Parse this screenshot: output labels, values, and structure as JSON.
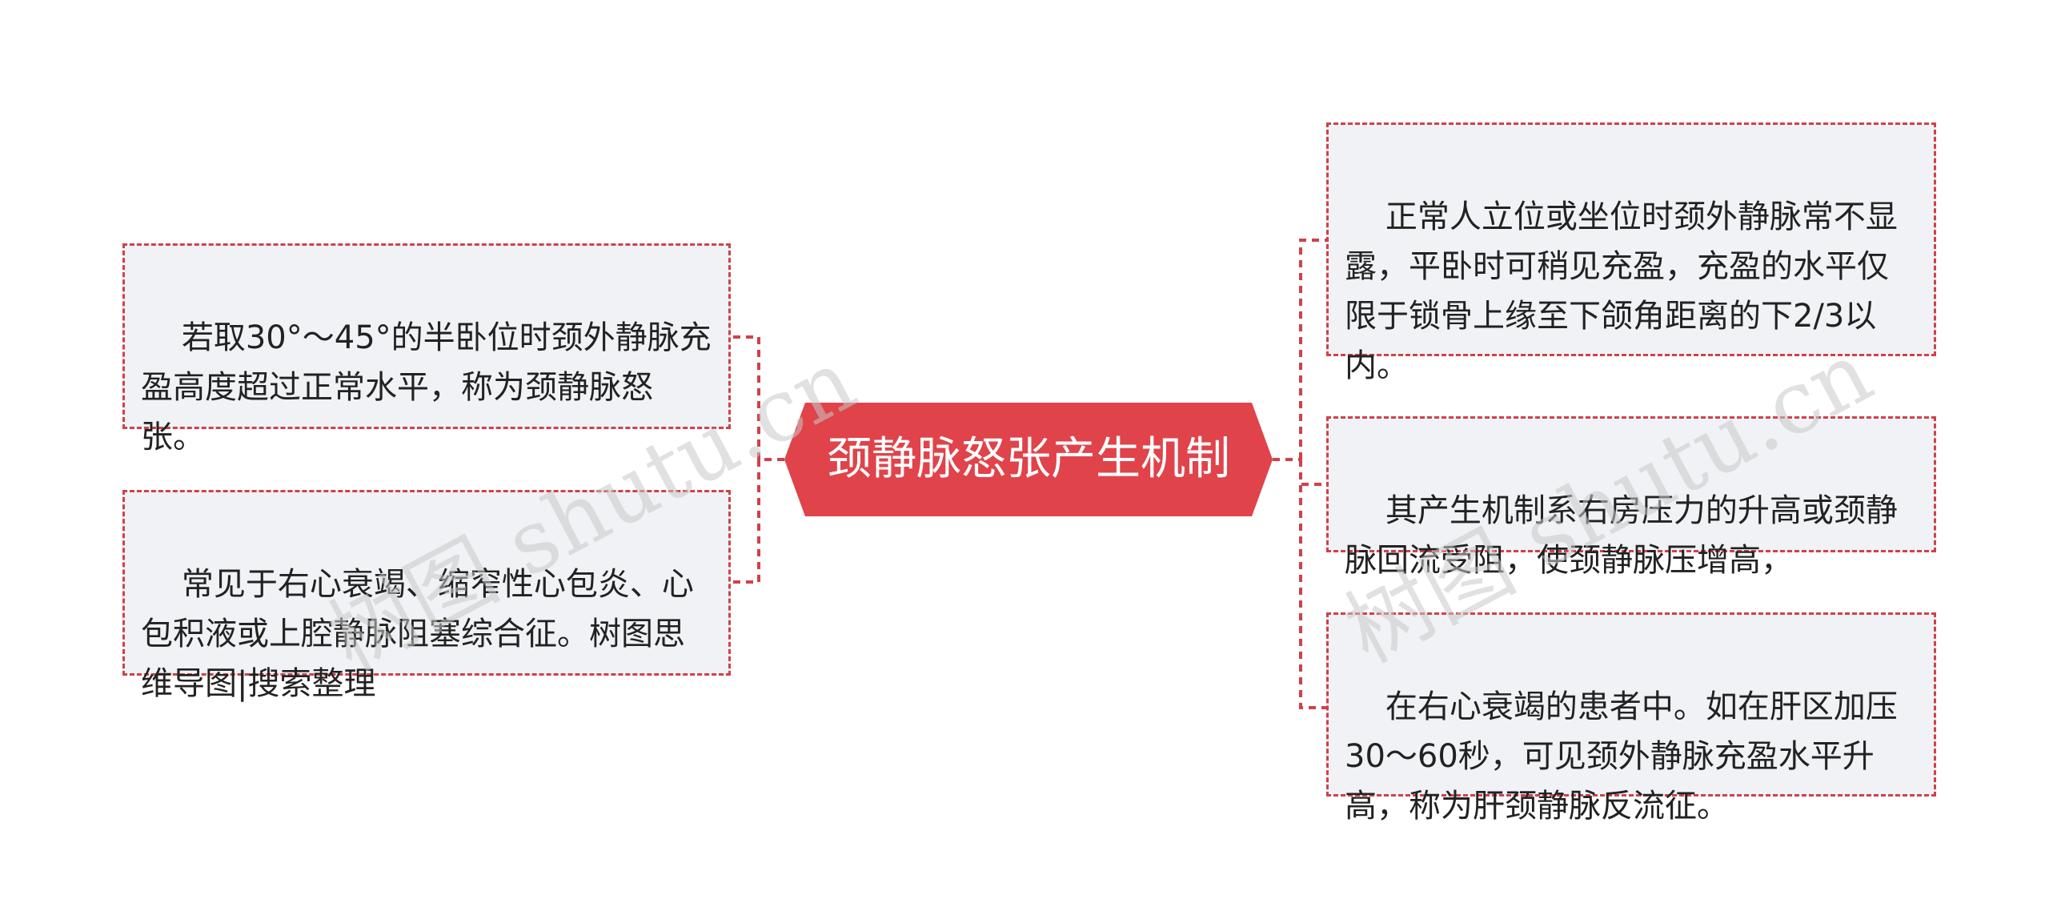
{
  "diagram": {
    "root": {
      "label": "颈静脉怒张产生机制"
    },
    "left_nodes": [
      {
        "text": "若取30°～45°的半卧位时颈外静脉充盈高度超过正常水平，称为颈静脉怒张。"
      },
      {
        "text": "常见于右心衰竭、缩窄性心包炎、心包积液或上腔静脉阻塞综合征。树图思维导图|搜索整理"
      }
    ],
    "right_nodes": [
      {
        "text": "正常人立位或坐位时颈外静脉常不显露，平卧时可稍见充盈，充盈的水平仅限于锁骨上缘至下颌角距离的下2/3以内。"
      },
      {
        "text": "其产生机制系右房压力的升高或颈静脉回流受阻，使颈静脉压增高，"
      },
      {
        "text": "在右心衰竭的患者中。如在肝区加压30～60秒，可见颈外静脉充盈水平升高，称为肝颈静脉反流征。"
      }
    ],
    "colors": {
      "root_fill": "#e0434a",
      "border": "#d0414a",
      "node_fill": "#f0f2f5",
      "text": "#222222"
    },
    "watermark": "树图 shutu.cn"
  }
}
